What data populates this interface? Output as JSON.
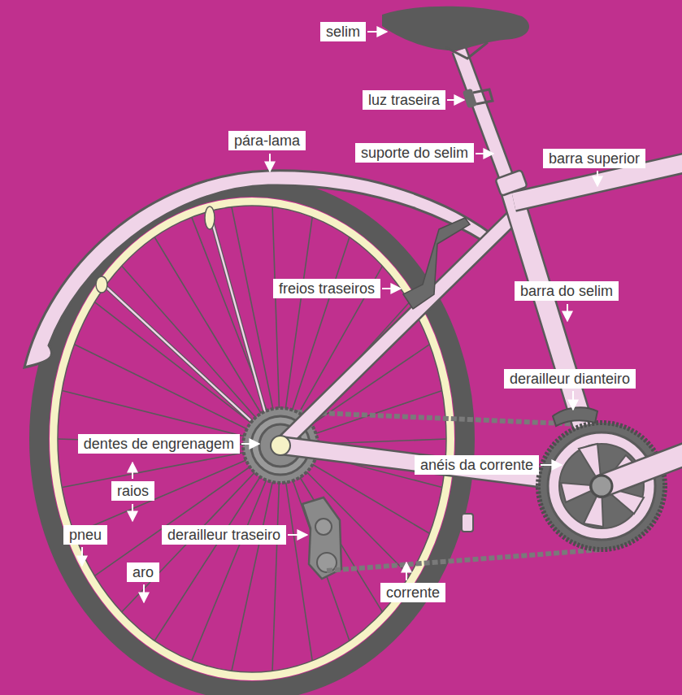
{
  "diagram": {
    "labels": [
      "selim",
      "luz traseira",
      "pára-lama",
      "suporte do selim",
      "barra superior",
      "freios traseiros",
      "barra do selim",
      "derailleur dianteiro",
      "dentes de engrenagem",
      "anéis da corrente",
      "raios",
      "pneu",
      "aro",
      "derailleur traseiro",
      "corrente"
    ]
  }
}
